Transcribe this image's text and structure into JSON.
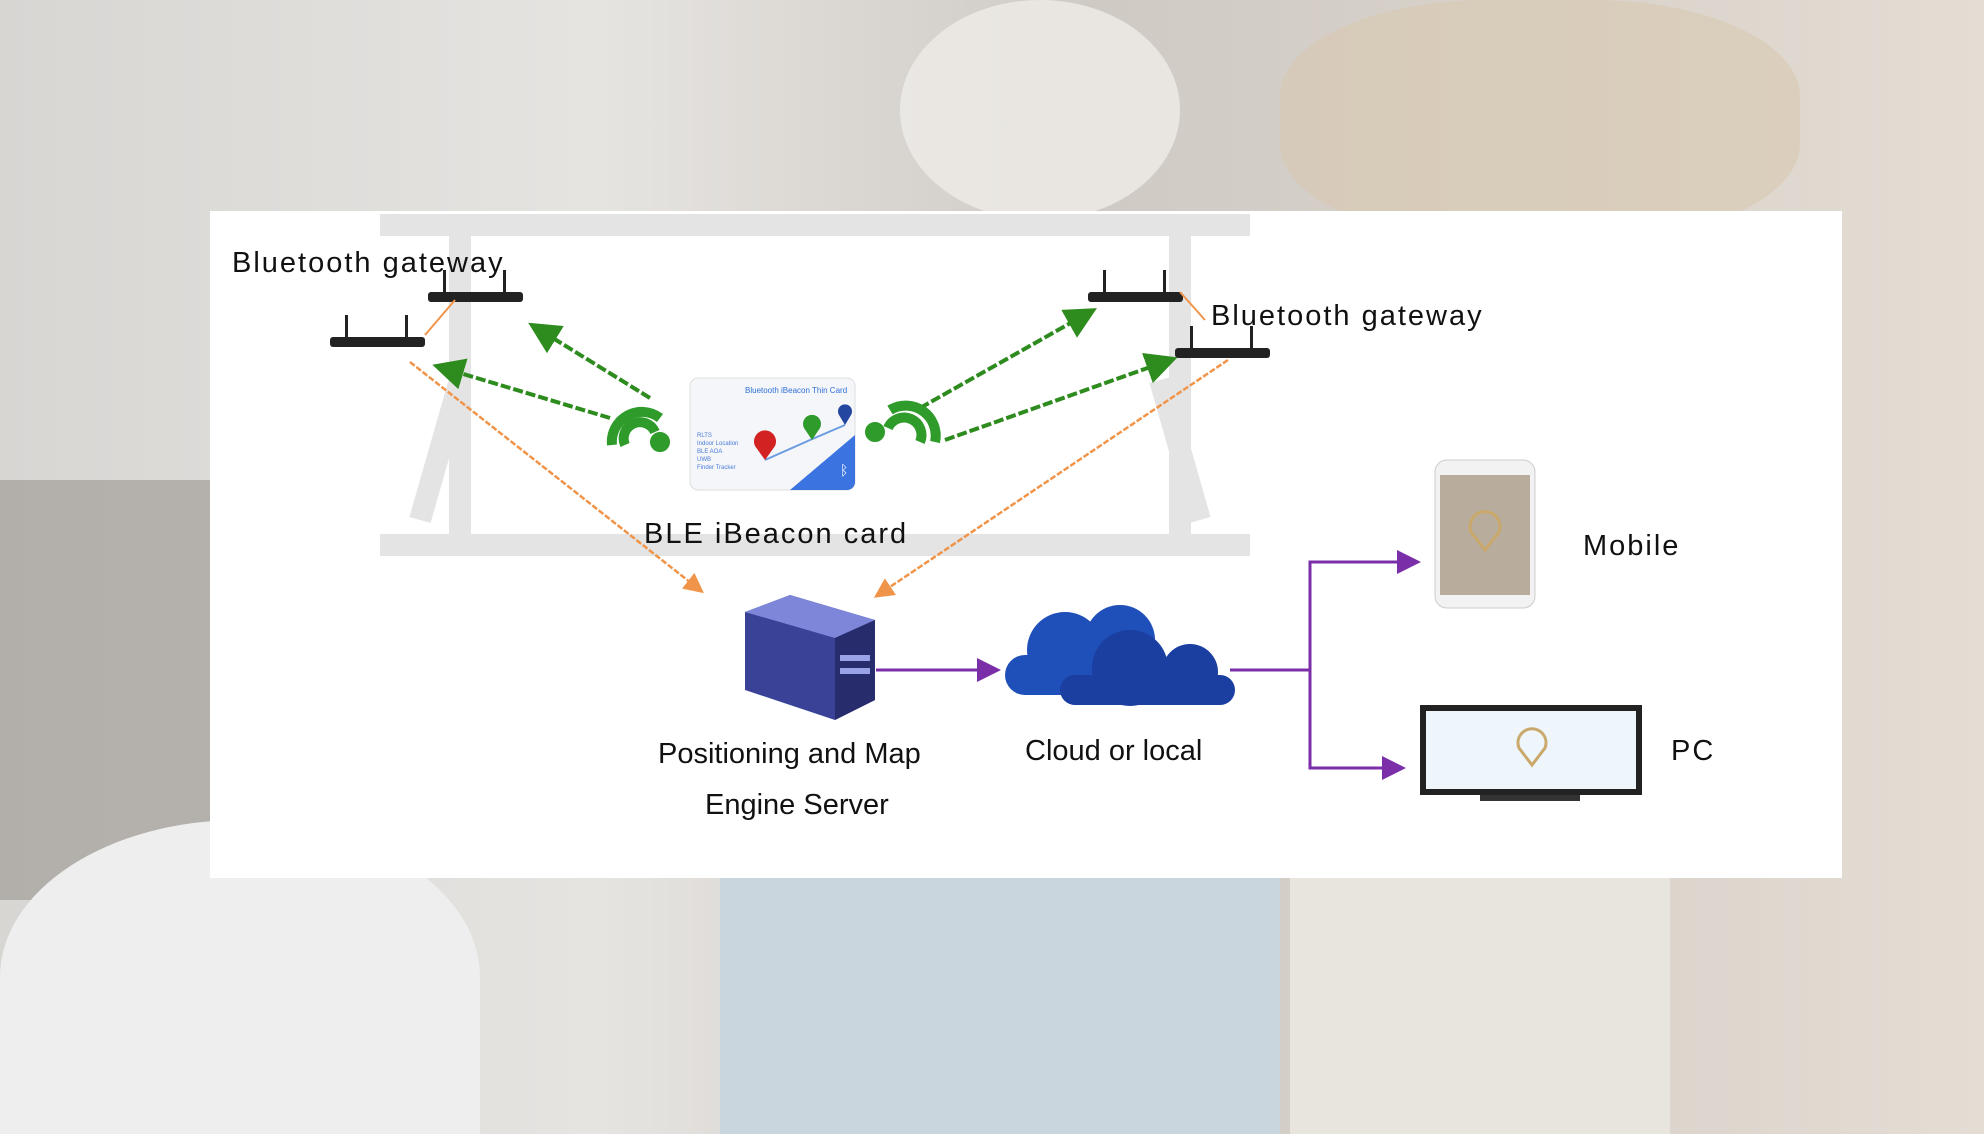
{
  "labels": {
    "gateway_left": "Bluetooth gateway",
    "gateway_right": "Bluetooth gateway",
    "beacon": "BLE iBeacon card",
    "server_line1": "Positioning and Map",
    "server_line2": "Engine Server",
    "cloud": "Cloud or local",
    "mobile": "Mobile",
    "pc": "PC"
  },
  "card": {
    "title": "Bluetooth iBeacon Thin Card",
    "features": [
      "RLTS",
      "Indoor Location",
      "BLE AOA",
      "UWB",
      "Finder Tracker"
    ]
  },
  "colors": {
    "signal_arrow": "#2e8b1e",
    "data_arrow": "#f0944a",
    "output_arrow": "#7a2fa8",
    "cloud": "#1f4fb8",
    "server": "#4650a8"
  }
}
